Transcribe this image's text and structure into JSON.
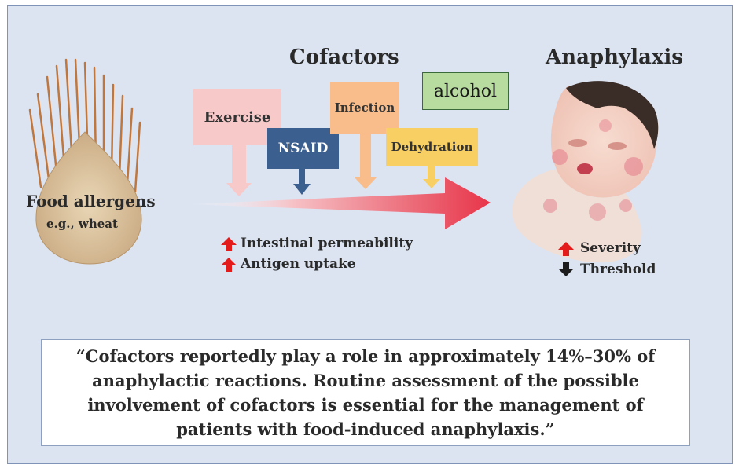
{
  "titles": {
    "cofactors": "Cofactors",
    "anaphylaxis": "Anaphylaxis"
  },
  "food": {
    "label": "Food allergens",
    "example": "e.g., wheat"
  },
  "cofactor_boxes": {
    "exercise": "Exercise",
    "nsaid": "NSAID",
    "infection": "Infection",
    "dehydration": "Dehydration",
    "alcohol": "alcohol"
  },
  "effects": {
    "permeability": "Intestinal permeability",
    "uptake": "Antigen uptake"
  },
  "outcomes": {
    "severity": "Severity",
    "threshold": "Threshold"
  },
  "quote": "“Cofactors reportedly play a role in approximately 14%–30% of anaphylactic reactions. Routine assessment of the possible involvement of cofactors is essential for the management of patients with food-induced anaphylaxis.”",
  "colors": {
    "exercise": "#f7c9c9",
    "nsaid": "#3b5f8f",
    "infection": "#f8bd8a",
    "dehydration": "#f8cf62",
    "alcohol": "#b8dca0",
    "main_arrow": "#e8354a",
    "up_arrow": "#e31b1b",
    "down_arrow": "#1c1c1c"
  },
  "icons": [
    "wheat-bread-icon",
    "infant-face-icon",
    "up-arrow-icon",
    "down-arrow-icon"
  ]
}
